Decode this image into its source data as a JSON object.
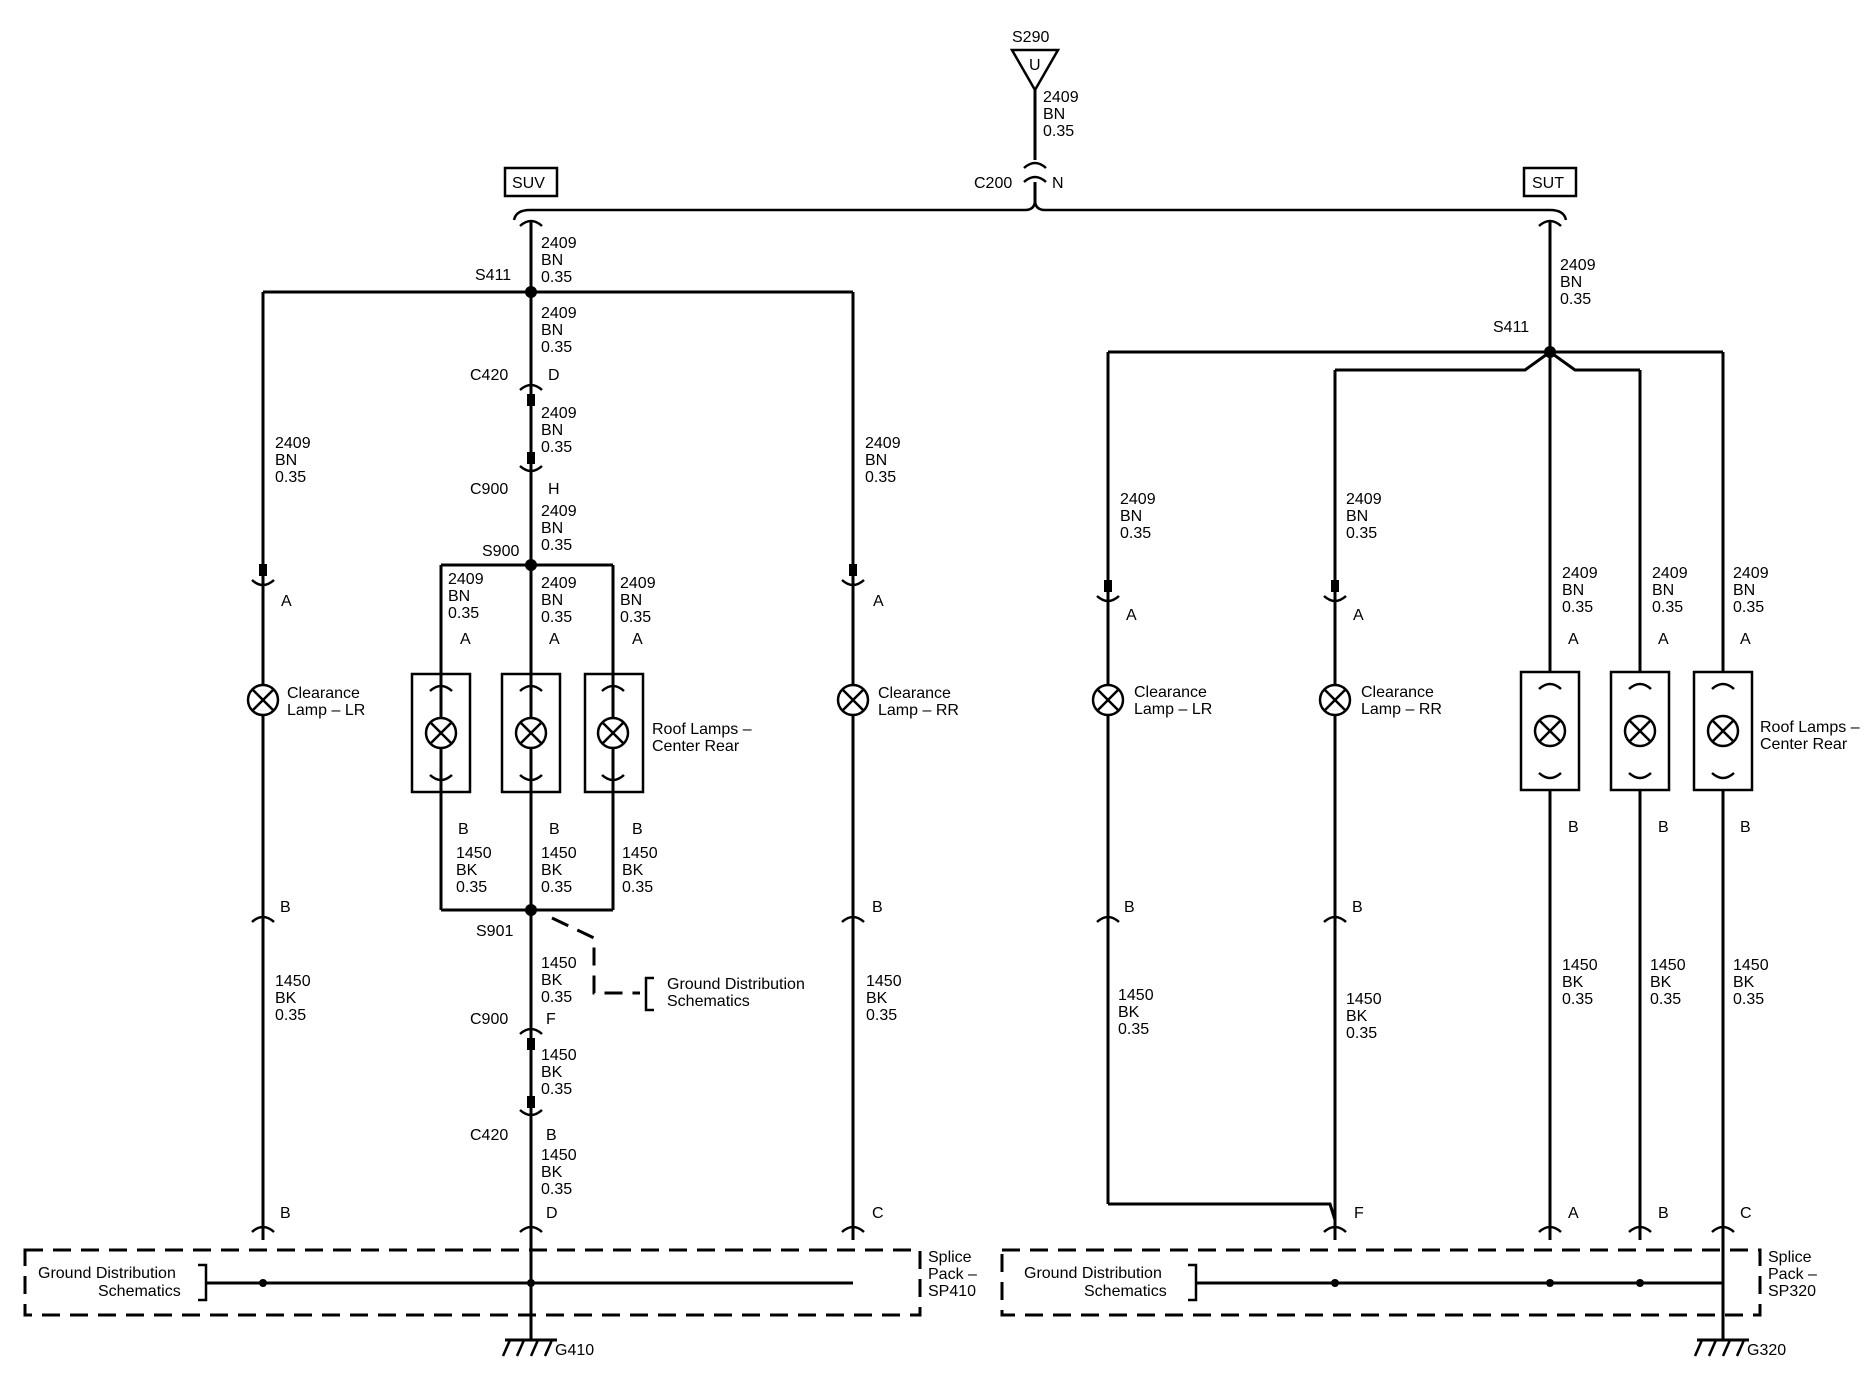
{
  "top": {
    "splice": "S290",
    "splice_symbol": "U",
    "feed_wire": [
      "2409",
      "BN",
      "0.35"
    ],
    "connector": "C200",
    "connector_pin": "N"
  },
  "suv": {
    "variant_label": "SUV",
    "wire_bn": [
      "2409",
      "BN",
      "0.35"
    ],
    "wire_bk": [
      "1450",
      "BK",
      "0.35"
    ],
    "splice_main": "S411",
    "conn_c420": "C420",
    "pin_d": "D",
    "conn_c900": "C900",
    "pin_h": "H",
    "splice_roof": "S900",
    "splice_ground": "S901",
    "pin_f": "F",
    "pin_b": "B",
    "pin_a": "A",
    "pin_c": "C",
    "lamp_lr": [
      "Clearance",
      "Lamp – LR"
    ],
    "lamp_rr": [
      "Clearance",
      "Lamp – RR"
    ],
    "roof_lamps": [
      "Roof Lamps –",
      "Center Rear"
    ],
    "ground_ref": [
      "Ground Distribution",
      "Schematics"
    ],
    "splice_pack": [
      "Splice",
      "Pack –",
      "SP410"
    ],
    "ground": "G410"
  },
  "sut": {
    "variant_label": "SUT",
    "wire_bn": [
      "2409",
      "BN",
      "0.35"
    ],
    "wire_bk": [
      "1450",
      "BK",
      "0.35"
    ],
    "splice_main": "S411",
    "pin_a": "A",
    "pin_b": "B",
    "pin_c": "C",
    "pin_f": "F",
    "lamp_lr": [
      "Clearance",
      "Lamp – LR"
    ],
    "lamp_rr": [
      "Clearance",
      "Lamp – RR"
    ],
    "roof_lamps": [
      "Roof Lamps –",
      "Center Rear"
    ],
    "ground_ref": [
      "Ground Distribution",
      "Schematics"
    ],
    "splice_pack": [
      "Splice",
      "Pack –",
      "SP320"
    ],
    "ground": "G320"
  }
}
